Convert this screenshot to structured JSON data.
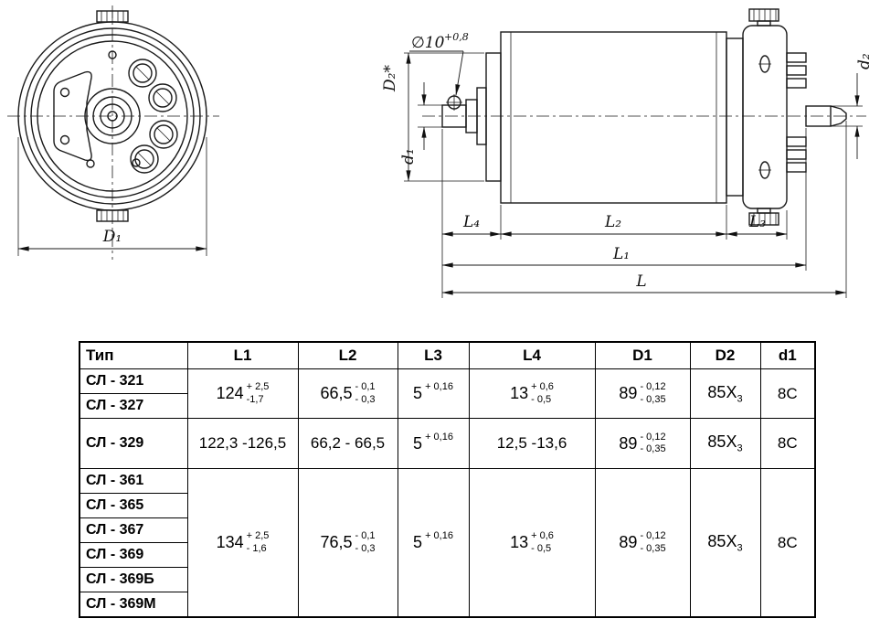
{
  "drawing": {
    "front": {
      "dim_D1": "D₁"
    },
    "side": {
      "callout_base": "∅10",
      "callout_tol": "+0,8",
      "dim_D2": "D₂*",
      "dim_d1": "d₁",
      "dim_d2": "d₂",
      "dim_L4": "L₄",
      "dim_L2": "L₂",
      "dim_L3": "L₃",
      "dim_L1": "L₁",
      "dim_L": "L"
    }
  },
  "table": {
    "headers": [
      "Тип",
      "L1",
      "L2",
      "L3",
      "L4",
      "D1",
      "D2",
      "d1"
    ],
    "g1": {
      "types": [
        "СЛ - 321",
        "СЛ - 327"
      ],
      "L1": {
        "base": "124",
        "sup": "+ 2,5",
        "sub": "-1,7"
      },
      "L2": {
        "base": "66,5",
        "sup": "- 0,1",
        "sub": "- 0,3"
      },
      "L3": {
        "base": "5",
        "sup": "+ 0,16",
        "sub": ""
      },
      "L4": {
        "base": "13",
        "sup": "+ 0,6",
        "sub": "- 0,5"
      },
      "D1": {
        "base": "89",
        "sup": "- 0,12",
        "sub": "- 0,35"
      },
      "D2": {
        "base": "85X",
        "sub3": "3"
      },
      "d1": "8C"
    },
    "g2": {
      "types": [
        "СЛ - 329"
      ],
      "L1": "122,3 -126,5",
      "L2": "66,2 - 66,5",
      "L3": {
        "base": "5",
        "sup": "+ 0,16",
        "sub": ""
      },
      "L4": "12,5 -13,6",
      "D1": {
        "base": "89",
        "sup": "- 0,12",
        "sub": "- 0,35"
      },
      "D2": {
        "base": "85X",
        "sub3": "3"
      },
      "d1": "8C"
    },
    "g3": {
      "types": [
        "СЛ - 361",
        "СЛ - 365",
        "СЛ - 367",
        "СЛ - 369",
        "СЛ - 369Б",
        "СЛ - 369М"
      ],
      "L1": {
        "base": "134",
        "sup": "+ 2,5",
        "sub": "- 1,6"
      },
      "L2": {
        "base": "76,5",
        "sup": "- 0,1",
        "sub": "- 0,3"
      },
      "L3": {
        "base": "5",
        "sup": "+ 0,16",
        "sub": ""
      },
      "L4": {
        "base": "13",
        "sup": "+ 0,6",
        "sub": "- 0,5"
      },
      "D1": {
        "base": "89",
        "sup": "- 0,12",
        "sub": "- 0,35"
      },
      "D2": {
        "base": "85X",
        "sub3": "3"
      },
      "d1": "8C"
    }
  }
}
